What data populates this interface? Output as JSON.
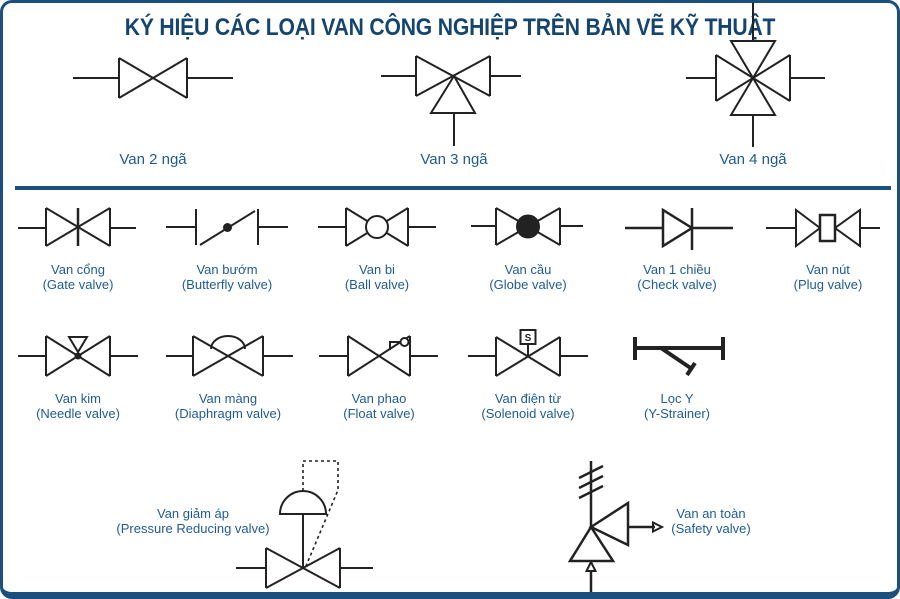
{
  "title": "KÝ HIỆU CÁC LOẠI VAN CÔNG NGHIỆP TRÊN BẢN VẼ KỸ THUẬT",
  "colors": {
    "border": "#1a4f7e",
    "title": "#15456f",
    "label": "#1e5b95",
    "symbol": "#222222"
  },
  "top_row": [
    {
      "label": "Van 2 ngã"
    },
    {
      "label": "Van 3 ngã"
    },
    {
      "label": "Van 4 ngã"
    }
  ],
  "row2": [
    {
      "vi": "Van cổng",
      "en": "(Gate valve)"
    },
    {
      "vi": "Van bướm",
      "en": "(Butterfly valve)"
    },
    {
      "vi": "Van bi",
      "en": "(Ball valve)"
    },
    {
      "vi": "Van cầu",
      "en": "(Globe valve)"
    },
    {
      "vi": "Van 1 chiều",
      "en": "(Check valve)"
    },
    {
      "vi": "Van nút",
      "en": "(Plug valve)"
    }
  ],
  "row3": [
    {
      "vi": "Van kim",
      "en": "(Needle valve)"
    },
    {
      "vi": "Van màng",
      "en": "(Diaphragm valve)"
    },
    {
      "vi": "Van phao",
      "en": "(Float valve)"
    },
    {
      "vi": "Van điện từ",
      "en": "(Solenoid valve)"
    },
    {
      "vi": "Lọc Y",
      "en": "(Y-Strainer)"
    }
  ],
  "row4": [
    {
      "vi": "Van giảm áp",
      "en": "(Pressure Reducing valve)"
    },
    {
      "vi": "Van an toàn",
      "en": "(Safety valve)"
    }
  ],
  "solenoid_letter": "S"
}
